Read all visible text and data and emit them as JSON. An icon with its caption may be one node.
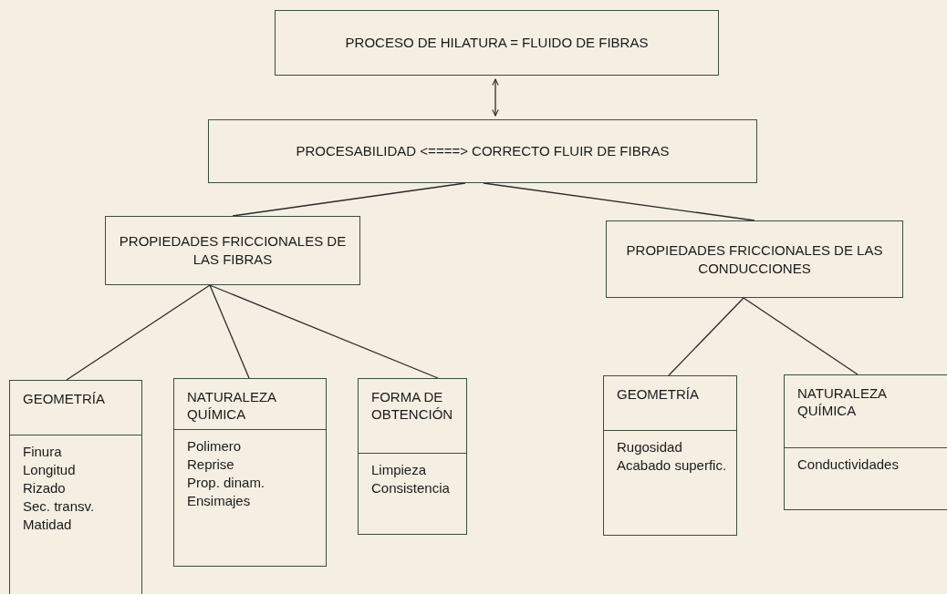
{
  "diagram": {
    "nodes": [
      {
        "text": [
          "PROCESO DE HILATURA = FLUIDO DE FIBRAS"
        ]
      },
      {
        "text": [
          "PROCESABILIDAD <====> CORRECTO FLUIR DE FIBRAS"
        ]
      },
      {
        "text": [
          "PROPIEDADES FRICCIONALES DE LAS FIBRAS"
        ]
      },
      {
        "text": [
          "PROPIEDADES FRICCIONALES DE LAS CONDUCCIONES"
        ]
      },
      {
        "text": [
          "GEOMETRÍA",
          "Finura",
          "Longitud",
          "Rizado",
          "Sec. transv.",
          "Matidad"
        ]
      },
      {
        "text": [
          "NATURALEZA QUÍMICA",
          "Polimero",
          "Reprise",
          "Prop. dinam.",
          "Ensimajes"
        ]
      },
      {
        "text": [
          "FORMA DE OBTENCIÓN",
          "Limpieza",
          "Consistencia"
        ]
      },
      {
        "text": [
          "GEOMETRÍA",
          "Rugosidad",
          "Acabado superfic."
        ]
      },
      {
        "text": [
          "NATURALEZA QUÍMICA",
          "Conductividades"
        ]
      }
    ],
    "edges": [
      {
        "from": 0,
        "to": 1,
        "arrow": "both"
      },
      {
        "from": 1,
        "to": 2,
        "arrow": "none"
      },
      {
        "from": 1,
        "to": 3,
        "arrow": "none"
      },
      {
        "from": 2,
        "to": 4,
        "arrow": "none"
      },
      {
        "from": 2,
        "to": 5,
        "arrow": "none"
      },
      {
        "from": 2,
        "to": 6,
        "arrow": "none"
      },
      {
        "from": 3,
        "to": 7,
        "arrow": "none"
      },
      {
        "from": 3,
        "to": 8,
        "arrow": "none"
      }
    ]
  }
}
